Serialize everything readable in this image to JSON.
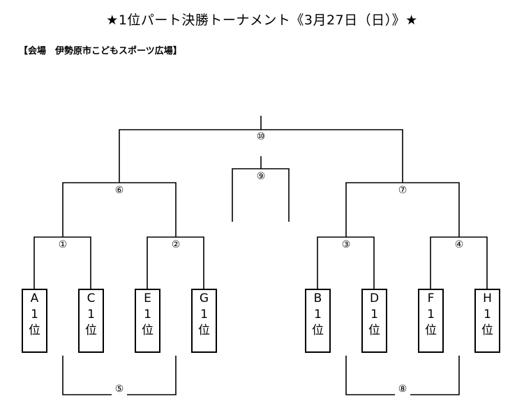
{
  "title": "★1位パート決勝トーナメント《3月27日（日）》★",
  "venue": "【会場　伊勢原市こどもスポーツ広場】",
  "teams": [
    {
      "letter": "A",
      "rank": "1",
      "suffix": "位"
    },
    {
      "letter": "C",
      "rank": "1",
      "suffix": "位"
    },
    {
      "letter": "E",
      "rank": "1",
      "suffix": "位"
    },
    {
      "letter": "G",
      "rank": "1",
      "suffix": "位"
    },
    {
      "letter": "B",
      "rank": "1",
      "suffix": "位"
    },
    {
      "letter": "D",
      "rank": "1",
      "suffix": "位"
    },
    {
      "letter": "F",
      "rank": "1",
      "suffix": "位"
    },
    {
      "letter": "H",
      "rank": "1",
      "suffix": "位"
    }
  ],
  "matches": {
    "m1": "①",
    "m2": "②",
    "m3": "③",
    "m4": "④",
    "m5": "⑤",
    "m6": "⑥",
    "m7": "⑦",
    "m8": "⑧",
    "m9": "⑨",
    "m10": "⑩"
  }
}
